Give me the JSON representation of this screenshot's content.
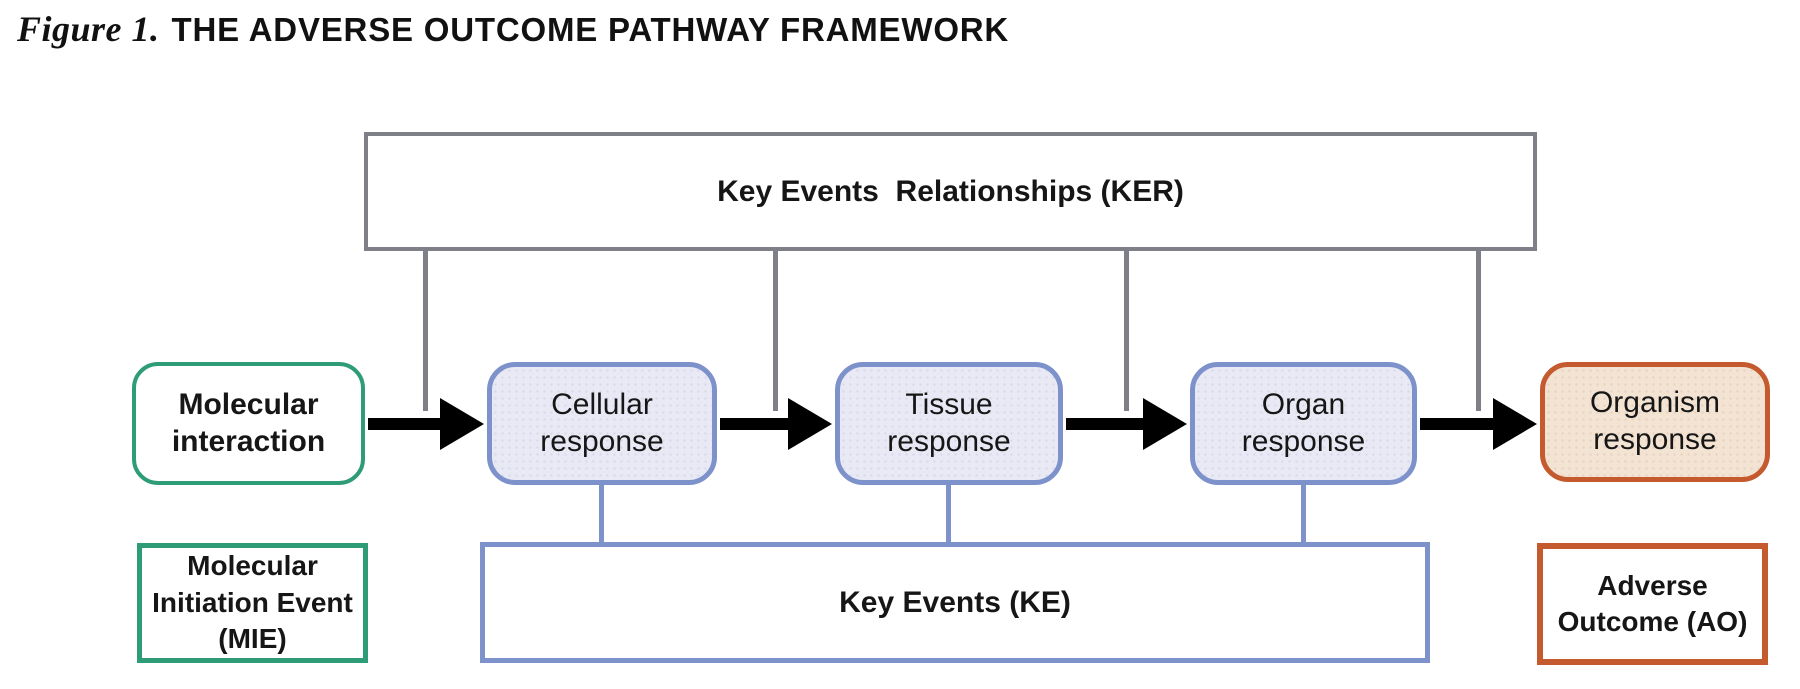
{
  "title": {
    "figure_label": "Figure 1.",
    "text": "THE ADVERSE OUTCOME PATHWAY FRAMEWORK"
  },
  "diagram": {
    "ker_label": "Key Events  Relationships (KER)",
    "ke_label": "Key Events (KE)",
    "nodes": [
      {
        "id": "molecular-interaction",
        "label": "Molecular\ninteraction"
      },
      {
        "id": "cellular-response",
        "label": "Cellular\nresponse"
      },
      {
        "id": "tissue-response",
        "label": "Tissue\nresponse"
      },
      {
        "id": "organ-response",
        "label": "Organ\nresponse"
      },
      {
        "id": "organism-response",
        "label": "Organism\nresponse"
      }
    ],
    "annotations": [
      {
        "id": "mie",
        "label": "Molecular\nInitiation Event\n(MIE)"
      },
      {
        "id": "ao",
        "label": "Adverse\nOutcome (AO)"
      }
    ]
  },
  "colors": {
    "mie_green": "#2f9c78",
    "ke_blue": "#7d91cb",
    "ke_node_fill": "#e8e9f4",
    "ao_orange": "#c45a2e",
    "ao_node_fill": "#f3e3d2",
    "ker_gray": "#7f7f87",
    "arrow_black": "#000000",
    "text_black": "#161616"
  }
}
